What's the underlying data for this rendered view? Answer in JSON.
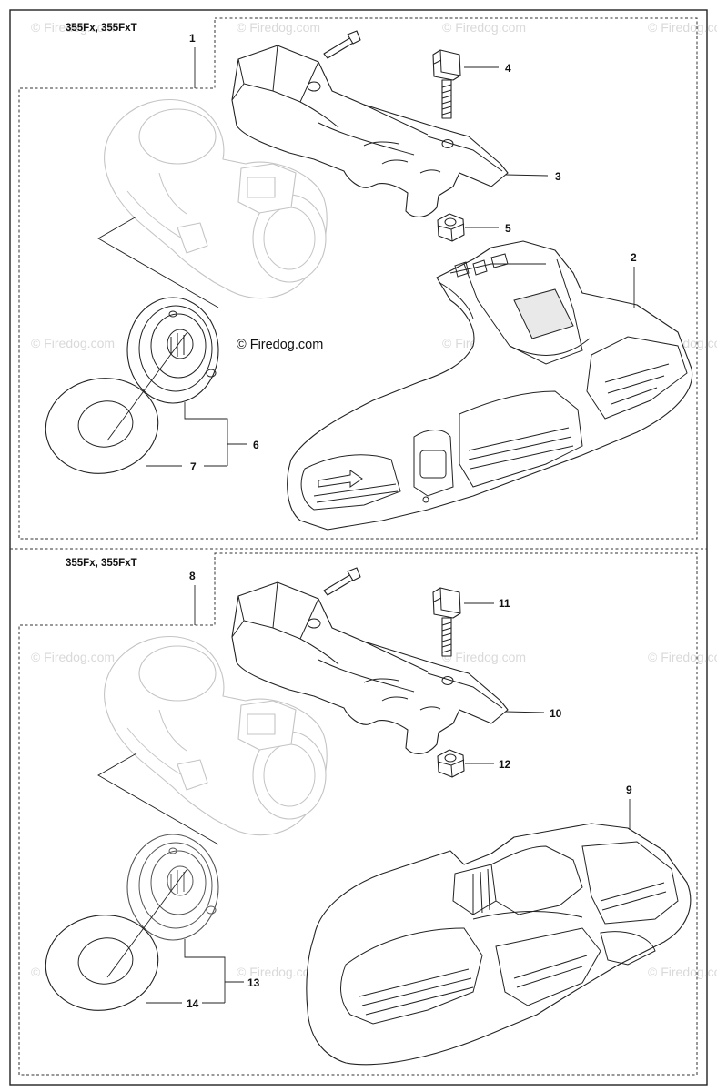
{
  "copyright_center": "© Firedog.com",
  "watermark_text": "© Firedog.com",
  "sections": [
    {
      "model_label": "355Fx, 355FxT",
      "callouts": {
        "kit": "1",
        "guard": "2",
        "bracket": "3",
        "screw": "4",
        "nut": "5",
        "support_cup": "6",
        "washer": "7"
      }
    },
    {
      "model_label": "355Fx, 355FxT",
      "callouts": {
        "kit": "8",
        "guard": "9",
        "bracket": "10",
        "screw": "11",
        "nut": "12",
        "support_cup": "13",
        "washer": "14"
      }
    }
  ]
}
